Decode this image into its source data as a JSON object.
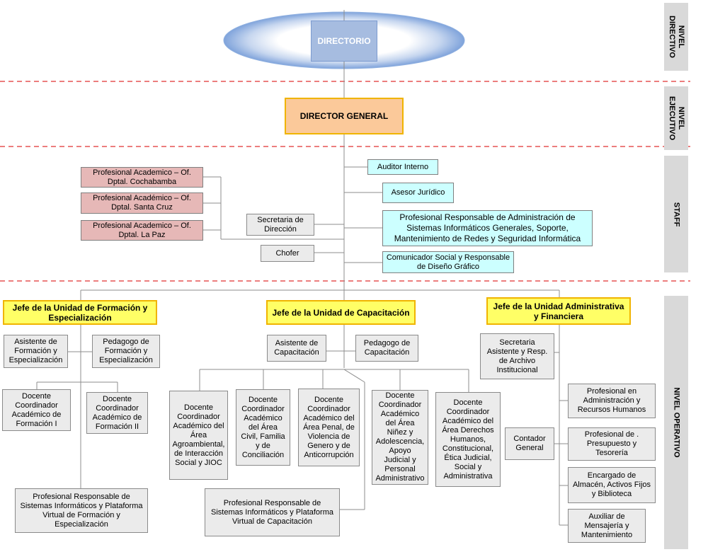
{
  "levels": {
    "directivo": "NIVEL\nDIRECTIVO",
    "ejecutivo": "NIVEL\nEJECUTIVO",
    "staff": "STAFF",
    "operativo": "NIVEL OPERATIVO"
  },
  "directorio": "DIRECTORIO",
  "director_general": "DIRECTOR GENERAL",
  "staff": {
    "auditor": "Auditor Interno",
    "asesor": "Asesor Jurídico",
    "sistemas": "Profesional Responsable de Administración de Sistemas Informáticos Generales, Soporte, Mantenimiento de Redes y Seguridad Informática",
    "comunicador": "Comunicador Social y Responsable de Diseño Gráfico",
    "secretaria": "Secretaria de Dirección",
    "chofer": "Chofer",
    "of_cochabamba": "Profesional Academico – Of. Dptal. Cochabamba",
    "of_santa_cruz": "Profesional Académico – Of. Dptal. Santa Cruz",
    "of_la_paz": "Profesional Academico – Of. Dptal. La Paz"
  },
  "formacion": {
    "jefe": "Jefe de la Unidad de Formación y Especialización",
    "asistente": "Asistente de Formación y Especialización",
    "pedagogo": "Pedagogo de Formación y Especialización",
    "docente_1": "Docente Coordinador Académico de Formación I",
    "docente_2": "Docente Coordinador Académico de Formación II",
    "sistemas": "Profesional Responsable de Sistemas Informáticos y Plataforma Virtual de Formación y Especialización"
  },
  "capacitacion": {
    "jefe": "Jefe de la Unidad de Capacitación",
    "asistente": "Asistente de Capacitación",
    "pedagogo": "Pedagogo de Capacitación",
    "docentes": [
      "Docente Coordinador Académico del Área Agroambiental, de Interacción Social y JIOC",
      "Docente Coordinador Académico del Área Civil, Familia y de Conciliación",
      "Docente Coordinador Académico del Área Penal, de Violencia de Genero y de Anticorrupción",
      "Docente Coordinador Académico del Área Niñez y Adolescencia, Apoyo Judicial y Personal Administrativo",
      "Docente Coordinador Académico del Área Derechos Humanos, Constitucional, Ética Judicial, Social y Administrativa"
    ],
    "sistemas": "Profesional Responsable de Sistemas Informáticos y Plataforma Virtual de Capacitación"
  },
  "administrativa": {
    "jefe": "Jefe de la Unidad Administrativa y Financiera",
    "secretaria": "Secretaria Asistente y Resp. de Archivo Institucional",
    "rrhh": "Profesional en Administración y Recursos Humanos",
    "contador": "Contador General",
    "presupuesto": "Profesional de . Presupuesto y Tesorería",
    "almacen": "Encargado de Almacén, Activos Fijos y Biblioteca",
    "mensajeria": "Auxiliar de Mensajería y Mantenimiento"
  },
  "colors": {
    "jefe_fill": "#ffff66",
    "jefe_border": "#f0b400",
    "director_fill": "#fbc99a",
    "staff_fill": "#ccffff",
    "oficinas_fill": "#e6b8b7",
    "directorio_fill": "#a6bce0",
    "level_band": "#d9d9d9",
    "divider": "#e03030"
  }
}
